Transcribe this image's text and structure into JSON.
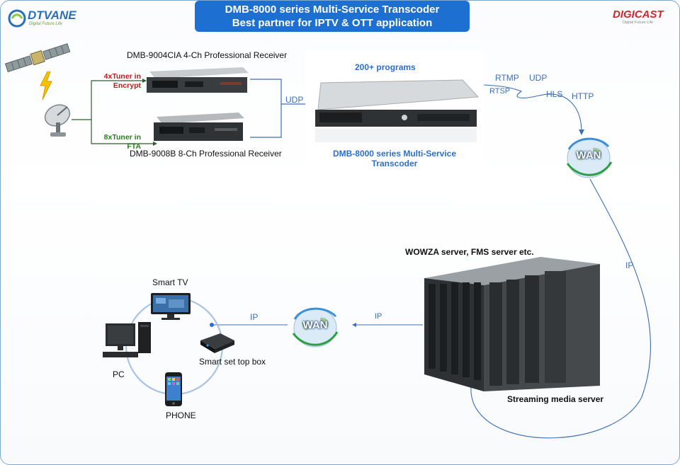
{
  "header": {
    "title_line1": "DMB-8000 series Multi-Service Transcoder",
    "title_line2": "Best partner for IPTV & OTT application",
    "logo_left": "DTVANE",
    "logo_left_tagline": "Digital Future Life",
    "logo_right": "DIGICAST",
    "logo_right_tagline": "Digital Future Life",
    "colors": {
      "title_bg": "#1d6fd1",
      "logo_right": "#d5242c",
      "logo_left": "#2a6fb8",
      "link_line": "#3d6fb6"
    }
  },
  "receivers": {
    "top_name": "DMB-9004CIA 4-Ch Professional Receiver",
    "top_tag": "4xTuner in Encrypt",
    "top_tag_line1": "4xTuner in",
    "top_tag_line2": "Encrypt",
    "bottom_name": "DMB-9008B 8-Ch Professional Receiver",
    "bottom_tag_line1": "8xTuner in",
    "bottom_tag_line2": "FTA",
    "link_label": "UDP"
  },
  "transcoder": {
    "programs": "200+ programs",
    "name_line1": "DMB-8000 series Multi-Service",
    "name_line2": "Transcoder",
    "protocols": [
      "RTMP",
      "UDP",
      "RTSP",
      "HLS",
      "HTTP"
    ]
  },
  "network": {
    "wan_label": "WAN",
    "ip_label": "IP"
  },
  "servers": {
    "caption": "WOWZA server, FMS server etc.",
    "label": "Streaming media server"
  },
  "clients": {
    "smart_tv": "Smart TV",
    "set_top_box": "Smart set top box",
    "pc": "PC",
    "phone": "PHONE"
  }
}
